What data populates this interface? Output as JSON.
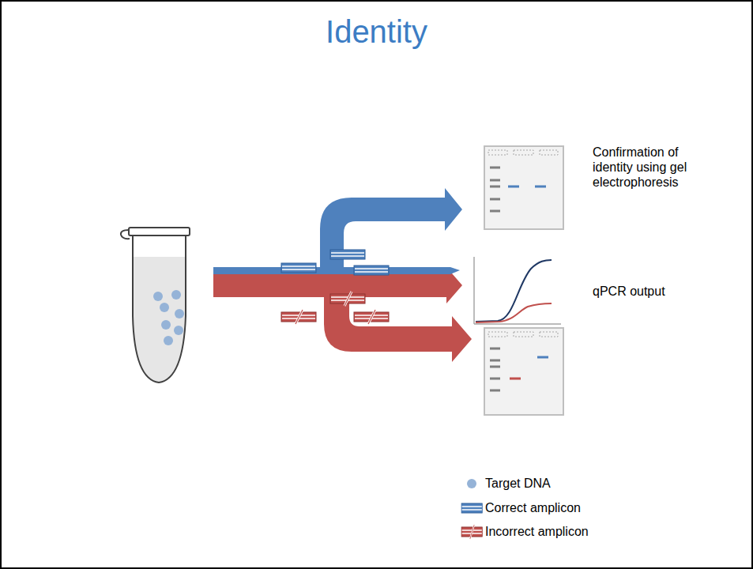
{
  "diagram": {
    "title": "Identity",
    "labels": [
      "Confirmation of identity using gel electrophoresis",
      "qPCR output"
    ],
    "legend": [
      {
        "text": "Target DNA",
        "color": "#95b3d7"
      },
      {
        "text": "Correct amplicon"
      },
      {
        "text": "Incorrect amplicon"
      }
    ]
  }
}
